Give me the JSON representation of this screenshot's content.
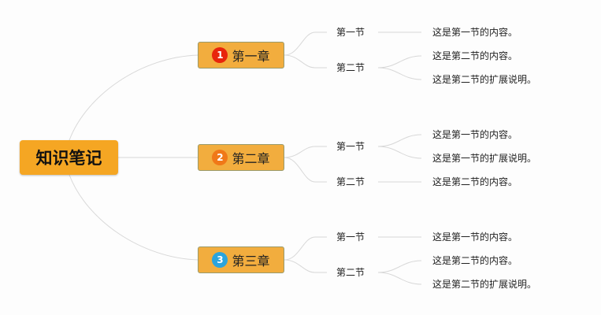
{
  "root": {
    "label": "知识笔记"
  },
  "chapters": [
    {
      "label": "第一章",
      "number": "1",
      "badge_color": "#e8250c",
      "sections": [
        {
          "label": "第一节",
          "items": [
            "这是第一节的内容。"
          ]
        },
        {
          "label": "第二节",
          "items": [
            "这是第二节的内容。",
            "这是第二节的扩展说明。"
          ]
        }
      ]
    },
    {
      "label": "第二章",
      "number": "2",
      "badge_color": "#f07818",
      "sections": [
        {
          "label": "第一节",
          "items": [
            "这是第一节的内容。",
            "这是第一节的扩展说明。"
          ]
        },
        {
          "label": "第二节",
          "items": [
            "这是第二节的内容。"
          ]
        }
      ]
    },
    {
      "label": "第三章",
      "number": "3",
      "badge_color": "#2ba4dd",
      "sections": [
        {
          "label": "第一节",
          "items": [
            "这是第一节的内容。"
          ]
        },
        {
          "label": "第二节",
          "items": [
            "这是第二节的内容。",
            "这是第二节的扩展说明。"
          ]
        }
      ]
    }
  ],
  "colors": {
    "root_fill": "#f5a623",
    "chapter_fill": "#f2ad3e",
    "link": "#d8d8d8"
  }
}
